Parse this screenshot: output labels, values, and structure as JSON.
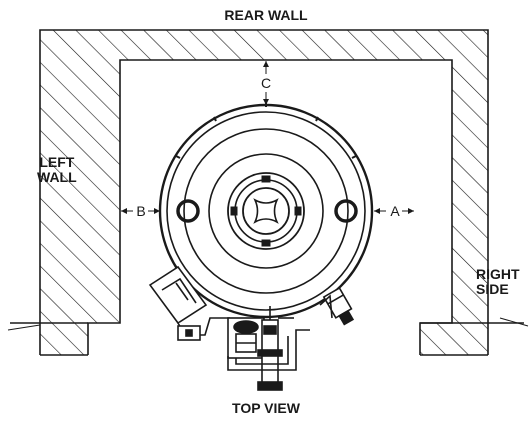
{
  "labels": {
    "rear_wall": "REAR WALL",
    "left_wall": [
      "LEFT",
      "WALL"
    ],
    "right_side": [
      "RIGHT",
      "SIDE"
    ],
    "top_view": "TOP VIEW",
    "clearance_a": "A",
    "clearance_b": "B",
    "clearance_c": "C"
  },
  "colors": {
    "ink": "#1a1a1a",
    "background": "#ffffff"
  }
}
